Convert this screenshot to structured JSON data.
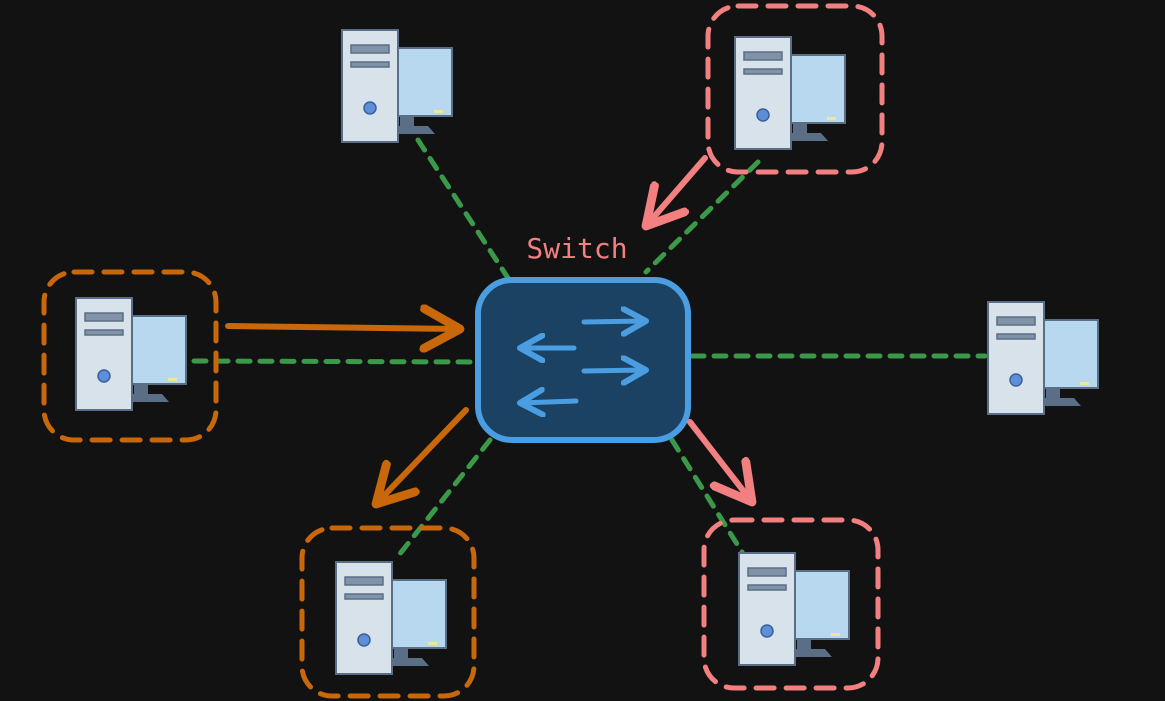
{
  "diagram": {
    "switch": {
      "label": "Switch",
      "icon": "switch-arrows-icon"
    },
    "hosts": [
      {
        "id": "top-left",
        "icon": "desktop-computer-icon",
        "highlight": "none"
      },
      {
        "id": "top-right",
        "icon": "desktop-computer-icon",
        "highlight": "salmon"
      },
      {
        "id": "left",
        "icon": "desktop-computer-icon",
        "highlight": "orange"
      },
      {
        "id": "right",
        "icon": "desktop-computer-icon",
        "highlight": "none"
      },
      {
        "id": "bottom-left",
        "icon": "desktop-computer-icon",
        "highlight": "orange"
      },
      {
        "id": "bottom-right",
        "icon": "desktop-computer-icon",
        "highlight": "salmon"
      }
    ],
    "links": [
      {
        "from": "switch",
        "to": "top-left"
      },
      {
        "from": "switch",
        "to": "top-right"
      },
      {
        "from": "switch",
        "to": "left"
      },
      {
        "from": "switch",
        "to": "right"
      },
      {
        "from": "switch",
        "to": "bottom-left"
      },
      {
        "from": "switch",
        "to": "bottom-right"
      }
    ],
    "flows": [
      {
        "from": "left",
        "to": "switch",
        "color": "orange"
      },
      {
        "from": "switch",
        "to": "bottom-left",
        "color": "orange"
      },
      {
        "from": "top-right",
        "to": "switch",
        "color": "salmon"
      },
      {
        "from": "switch",
        "to": "bottom-right",
        "color": "salmon"
      }
    ],
    "colors": {
      "background": "#121212",
      "link_green": "#3a9a4a",
      "orange": "#c8680a",
      "salmon": "#f28080",
      "switch_fill": "#1b4263",
      "switch_border": "#4a9de0",
      "label": "#f28080"
    }
  }
}
